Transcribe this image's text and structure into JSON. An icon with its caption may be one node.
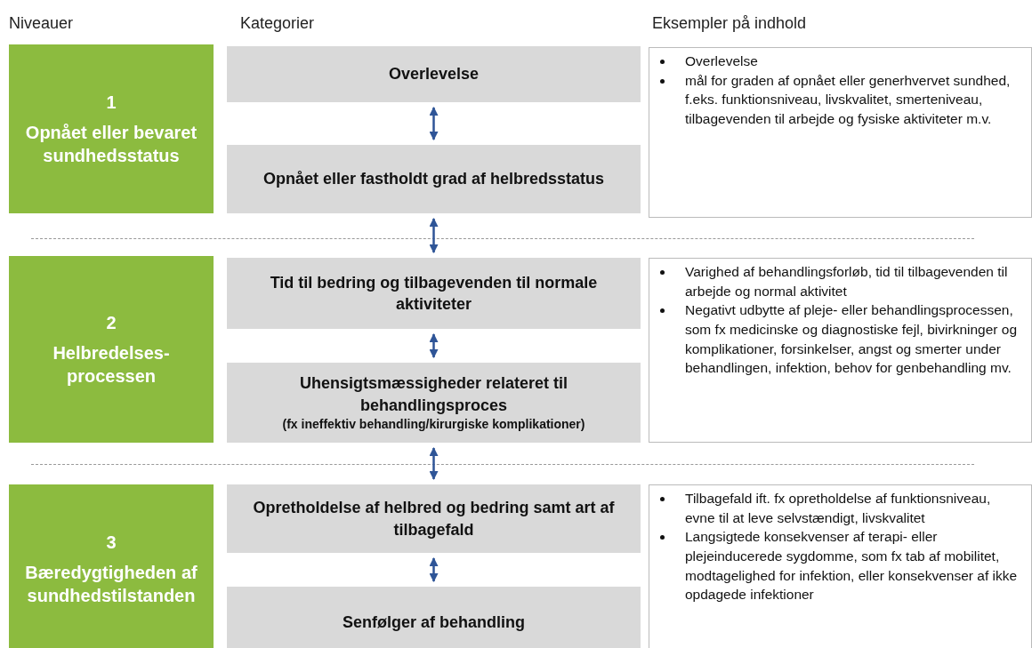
{
  "diagram": {
    "nodes": [
      {
        "text": [
          "1",
          "Opnået eller bevaret sundhedsstatus"
        ]
      },
      {
        "text": [
          "2",
          "Helbredelses- processen"
        ]
      },
      {
        "text": [
          "3",
          "Bæredygtigheden af sundhedstilstanden"
        ]
      },
      {
        "text": [
          "Overlevelse"
        ]
      },
      {
        "text": [
          "Opnået eller fastholdt grad af helbredsstatus"
        ]
      },
      {
        "text": [
          "Tid til bedring og tilbagevenden til normale aktiviteter"
        ]
      },
      {
        "text": [
          "Uhensigtsmæssigheder relateret til behandlingsproces",
          "(fx ineffektiv behandling/kirurgiske komplikationer)"
        ]
      },
      {
        "text": [
          "Opretholdelse af helbred og bedring samt art af tilbagefald"
        ]
      },
      {
        "text": [
          "Senfølger af behandling"
        ]
      },
      {
        "text": [
          "Overlevelse",
          "mål for graden af opnået eller generhvervet sundhed, f.eks. funktionsniveau, livskvalitet, smerteniveau, tilbagevenden til arbejde og fysiske aktiviteter m.v."
        ]
      },
      {
        "text": [
          "Varighed af behandlingsforløb, tid til tilbagevenden til arbejde og normal aktivitet",
          "Negativt udbytte af pleje- eller behandlingsprocessen, som fx medicinske og diagnostiske fejl, bivirkninger og komplikationer, forsinkelser, angst og smerter under behandlingen, infektion, behov for genbehandling mv."
        ]
      },
      {
        "text": [
          "Tilbagefald ift. fx opretholdelse af funktionsniveau, evne til at leve selvstændigt, livskvalitet",
          "Langsigtede konsekvenser af terapi- eller plejeinducerede sygdomme, som fx tab af mobilitet, modtagelighed for infektion, eller konsekvenser af ikke opdagede infektioner"
        ]
      }
    ],
    "edges": [
      {
        "from": 3,
        "to": 4,
        "arrow": "both"
      },
      {
        "from": 4,
        "to": 5,
        "arrow": "both"
      },
      {
        "from": 5,
        "to": 6,
        "arrow": "both"
      },
      {
        "from": 6,
        "to": 7,
        "arrow": "both"
      },
      {
        "from": 7,
        "to": 8,
        "arrow": "both"
      }
    ],
    "labels": [
      "Niveauer",
      "Kategorier",
      "Eksempler på indhold"
    ]
  }
}
